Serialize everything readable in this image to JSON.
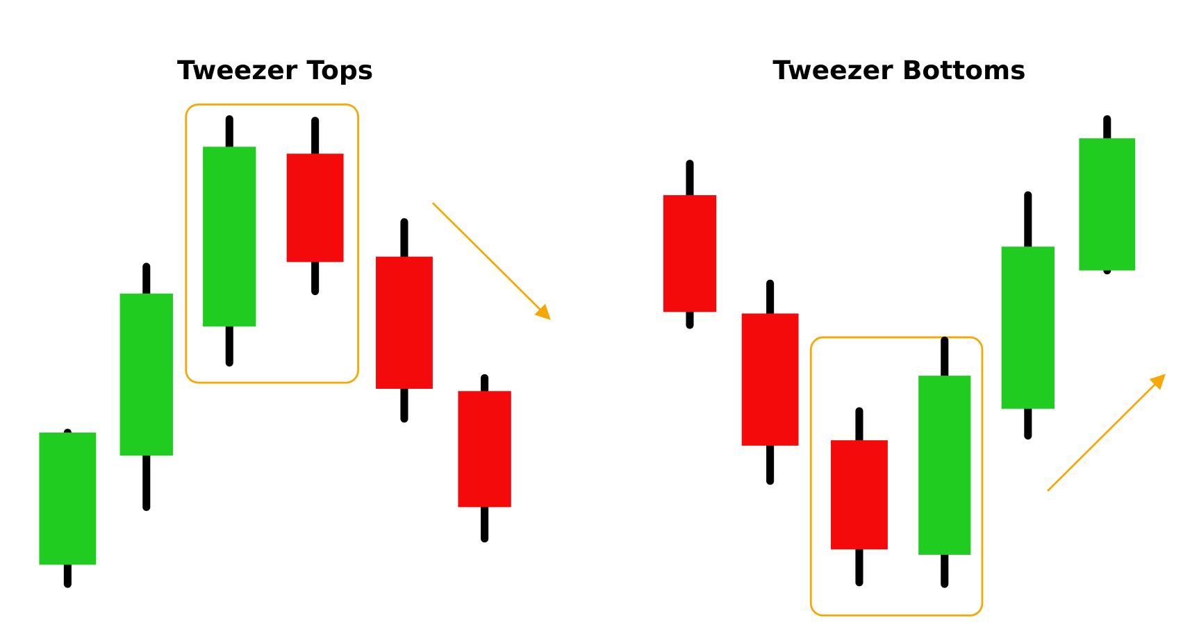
{
  "colors": {
    "bull": "#20cc20",
    "bear": "#f40a0a",
    "wick": "#000000",
    "highlight": "#f7a800"
  },
  "chart_data": [
    {
      "type": "candlestick",
      "title": "Tweezer Tops",
      "highlighted_candles": [
        2,
        3
      ],
      "trend_arrow": "down",
      "candles": [
        {
          "open": 10.5,
          "high": 27.7,
          "low": 8.0,
          "close": 27.7
        },
        {
          "open": 24.7,
          "high": 49.3,
          "low": 18.0,
          "close": 45.8
        },
        {
          "open": 41.5,
          "high": 68.5,
          "low": 36.8,
          "close": 64.9
        },
        {
          "open": 64.0,
          "high": 68.3,
          "low": 46.1,
          "close": 49.9
        },
        {
          "open": 50.6,
          "high": 55.1,
          "low": 29.5,
          "close": 33.4
        },
        {
          "open": 33.1,
          "high": 34.8,
          "low": 13.9,
          "close": 18.0
        }
      ]
    },
    {
      "type": "candlestick",
      "title": "Tweezer Bottoms",
      "highlighted_candles": [
        2,
        3
      ],
      "trend_arrow": "up",
      "candles": [
        {
          "open": 58.6,
          "high": 62.7,
          "low": 41.7,
          "close": 43.4
        },
        {
          "open": 43.2,
          "high": 47.1,
          "low": 21.4,
          "close": 26.0
        },
        {
          "open": 26.7,
          "high": 30.5,
          "low": 8.2,
          "close": 12.5
        },
        {
          "open": 11.8,
          "high": 39.7,
          "low": 8.0,
          "close": 35.1
        },
        {
          "open": 30.8,
          "high": 58.6,
          "low": 27.3,
          "close": 51.9
        },
        {
          "open": 48.8,
          "high": 68.5,
          "low": 48.8,
          "close": 66.0
        }
      ]
    }
  ]
}
